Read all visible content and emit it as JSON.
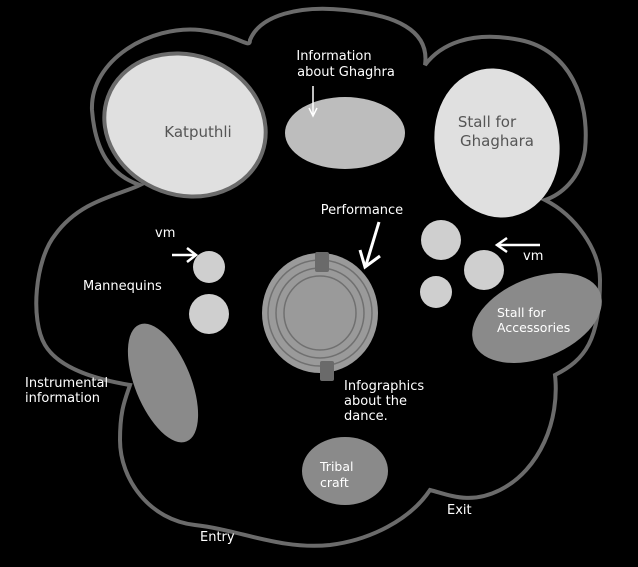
{
  "labels": {
    "info_line1": "Information",
    "info_line2": "about Ghaghra",
    "katputhli": "Katputhli",
    "stall_ghaghara_line1": "Stall for",
    "stall_ghaghara_line2": "Ghaghara",
    "performance": "Performance",
    "vm_left": "vm",
    "vm_right": "vm",
    "mannequins": "Mannequins",
    "stall_acc_line1": "Stall for",
    "stall_acc_line2": "Accessories",
    "instr_line1": "Instrumental",
    "instr_line2": "information",
    "infographics_line1": "Infographics",
    "infographics_line2": "about the",
    "infographics_line3": "dance.",
    "tribal_line1": "Tribal",
    "tribal_line2": "craft",
    "entry": "Entry",
    "exit": "Exit"
  },
  "colors": {
    "background": "#000000",
    "outline": "#6b6b6b",
    "light_zone": "#e0e0e0",
    "mid_zone": "#bdbdbd",
    "dark_zone": "#8a8a8a",
    "circle": "#cfcfcf",
    "stage": "#9a9a9a"
  }
}
